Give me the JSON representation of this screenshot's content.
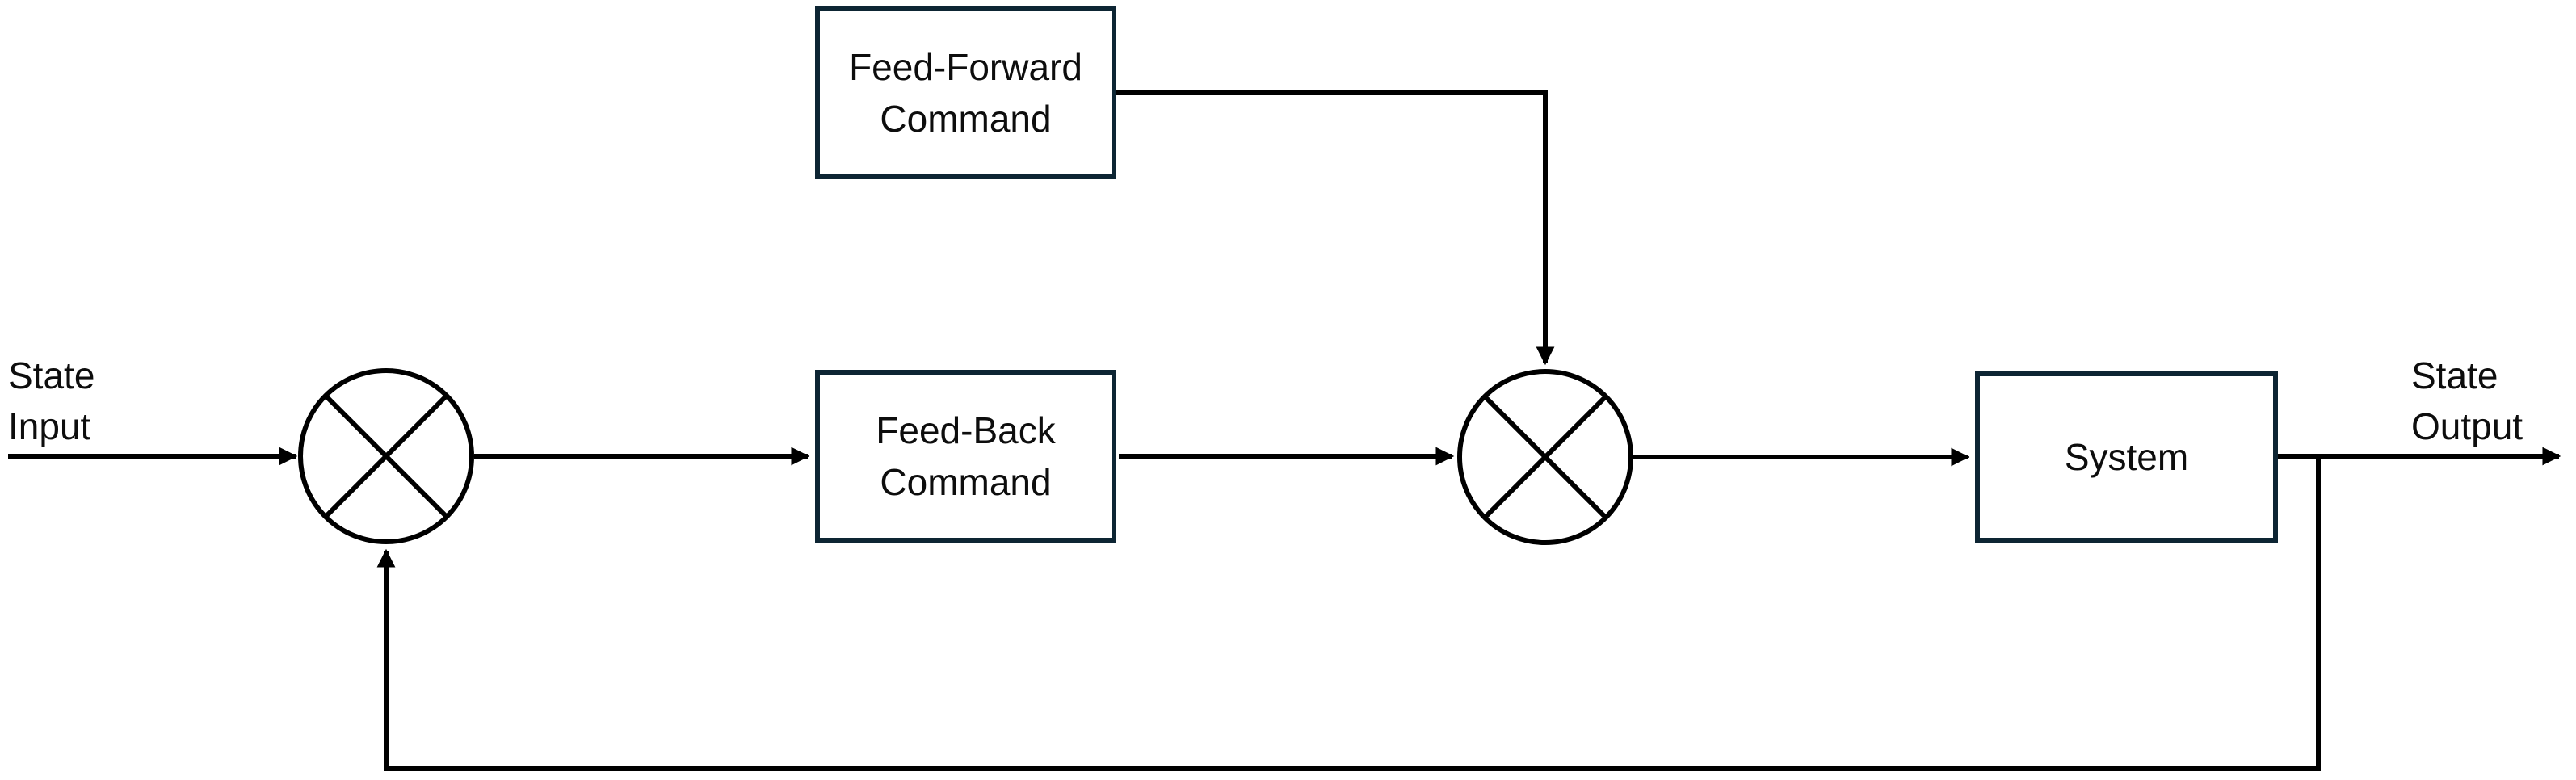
{
  "diagram": {
    "type": "control-system-block-diagram",
    "background": "#FFFFFF"
  },
  "colors": {
    "line": "#000000",
    "box_border": "#0D2533",
    "text": "#0D0D0D"
  },
  "labels": {
    "state_input": {
      "line1": "State",
      "line2": "Input"
    },
    "state_output": {
      "line1": "State",
      "line2": "Output"
    }
  },
  "nodes": {
    "feed_forward": {
      "line1": "Feed-Forward",
      "line2": "Command"
    },
    "feed_back": {
      "line1": "Feed-Back",
      "line2": "Command"
    },
    "system": {
      "label": "System"
    }
  },
  "junctions": [
    {
      "id": "input-junction",
      "symbol": "circle-cross"
    },
    {
      "id": "command-junction",
      "symbol": "circle-cross"
    }
  ]
}
